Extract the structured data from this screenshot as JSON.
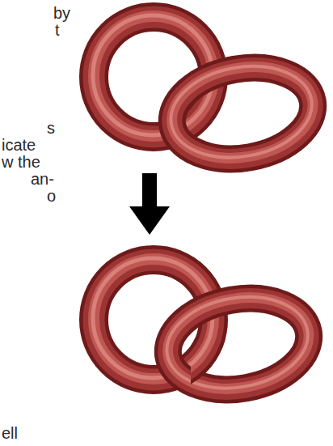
{
  "diagram": {
    "labels": [
      "by",
      "t",
      "s",
      "icate",
      "w the",
      "an-",
      "o",
      "ell"
    ]
  }
}
